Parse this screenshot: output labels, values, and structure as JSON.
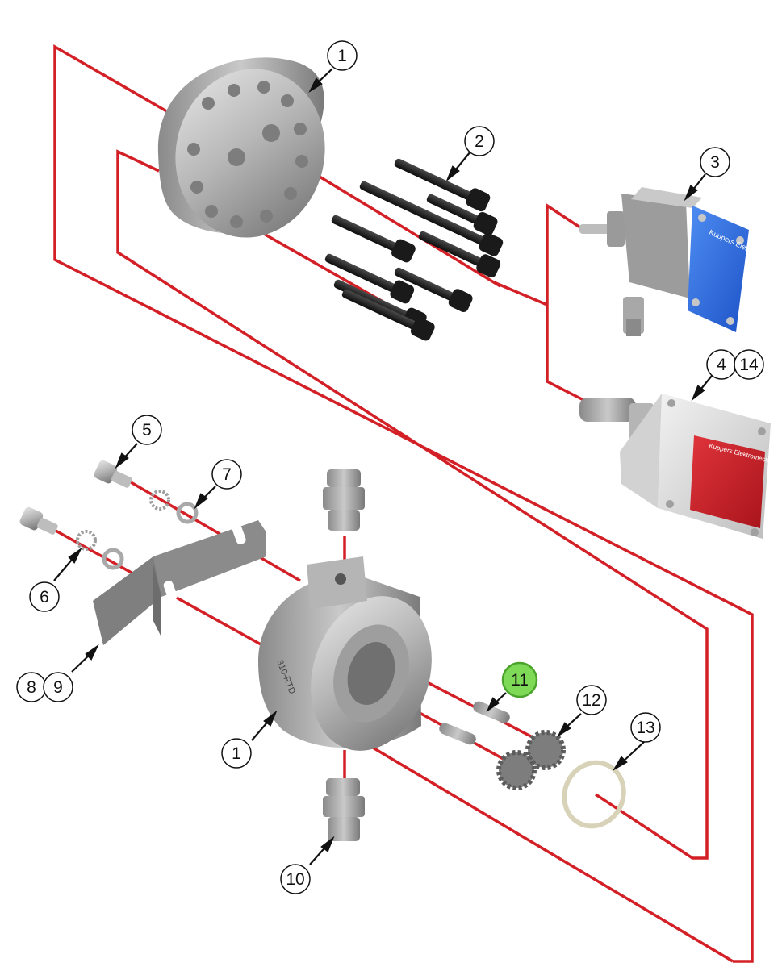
{
  "diagram": {
    "accent_color": "#d32027",
    "highlight_color": "#7ed957",
    "callouts": [
      {
        "id": "c1-top",
        "label": "1"
      },
      {
        "id": "c2",
        "label": "2"
      },
      {
        "id": "c3",
        "label": "3"
      },
      {
        "id": "c4",
        "label": "4"
      },
      {
        "id": "c14",
        "label": "14"
      },
      {
        "id": "c5",
        "label": "5"
      },
      {
        "id": "c7",
        "label": "7"
      },
      {
        "id": "c6",
        "label": "6"
      },
      {
        "id": "c8",
        "label": "8"
      },
      {
        "id": "c9",
        "label": "9"
      },
      {
        "id": "c11",
        "label": "11"
      },
      {
        "id": "c12",
        "label": "12"
      },
      {
        "id": "c13",
        "label": "13"
      },
      {
        "id": "c1-bottom",
        "label": "1"
      },
      {
        "id": "c10",
        "label": "10"
      }
    ],
    "housing_marking": "310-RTD",
    "sensor_blue_brand": "Kuppers Elektromechanik",
    "sensor_red_brand": "Kuppers Elektromechanik GmbH"
  }
}
